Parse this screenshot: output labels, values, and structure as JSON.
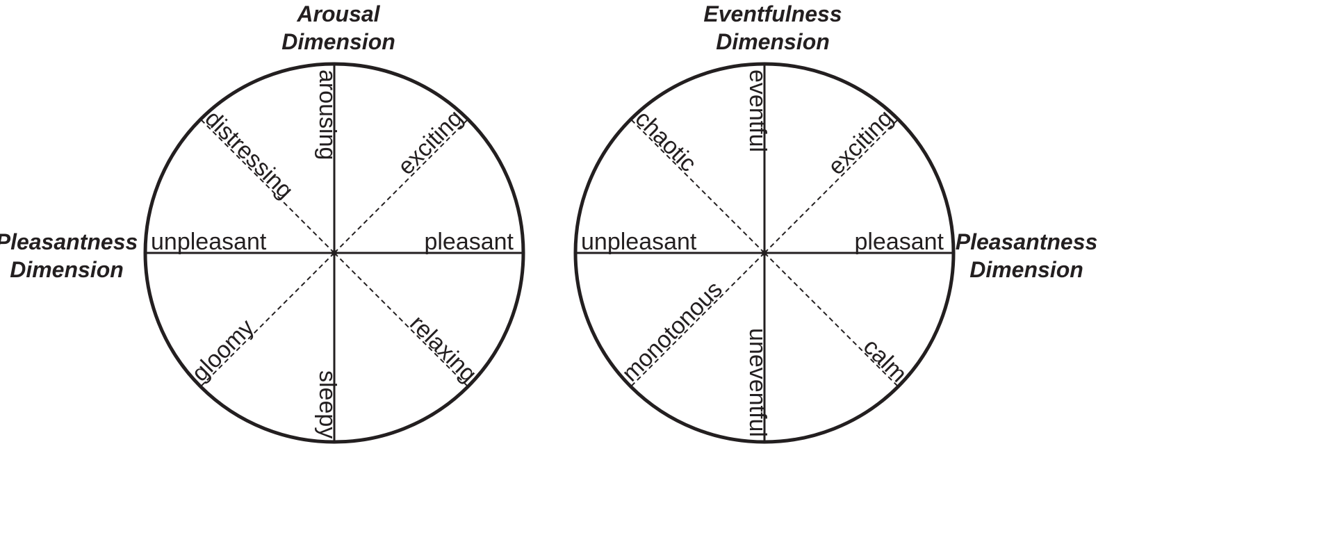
{
  "left_model": {
    "vertical_title": [
      "Arousal",
      "Dimension"
    ],
    "horizontal_title": [
      "Pleasantness",
      "Dimension"
    ],
    "labels": {
      "up": "arousing",
      "down": "sleepy",
      "left": "unpleasant",
      "right": "pleasant",
      "upper_left": "distressing",
      "upper_right": "exciting",
      "lower_left": "gloomy",
      "lower_right": "relaxing"
    }
  },
  "right_model": {
    "vertical_title": [
      "Eventfulness",
      "Dimension"
    ],
    "horizontal_title": [
      "Pleasantness",
      "Dimension"
    ],
    "labels": {
      "up": "eventful",
      "down": "uneventful",
      "left": "unpleasant",
      "right": "pleasant",
      "upper_left": "chaotic",
      "upper_right": "exciting",
      "lower_left": "monotonous",
      "lower_right": "calm"
    }
  },
  "colors": {
    "line": "#231f20",
    "background": "#ffffff"
  }
}
